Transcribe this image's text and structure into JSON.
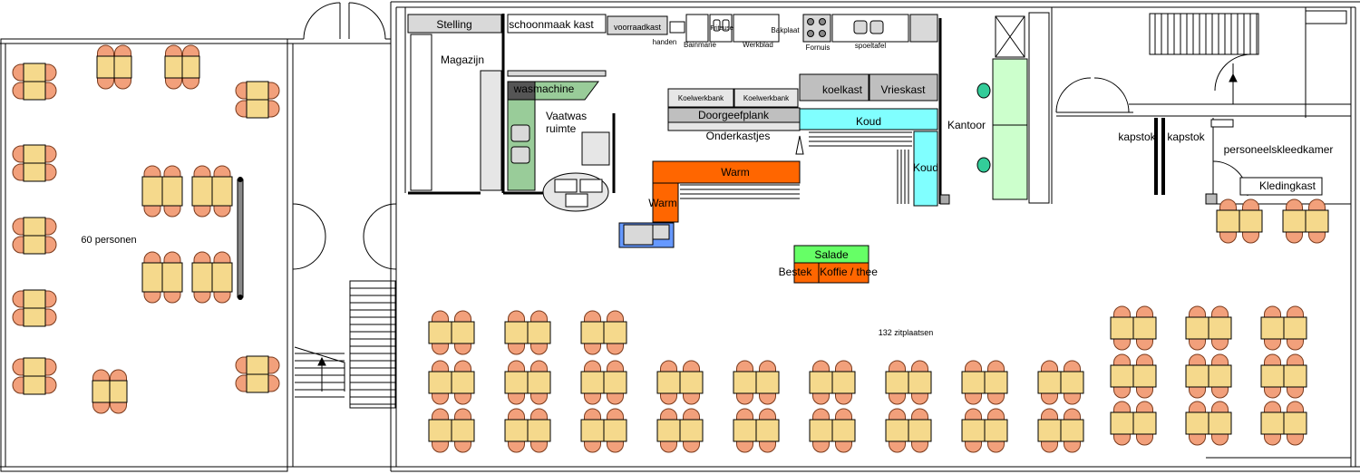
{
  "colors": {
    "wall": "#000000",
    "table": "#f5d98c",
    "chair": "#f2a07b",
    "chair_stroke": "#7a3a1c",
    "warm": "#ff6600",
    "koud": "#80ffff",
    "salade": "#66ff66",
    "counter_grey": "#d9d9d9",
    "dark_grey": "#555555",
    "green_panel": "#99cc99",
    "light_green": "#ccffcc",
    "blue_cart": "#6699ff"
  },
  "labels": {
    "stelling": "Stelling",
    "schoonmaak_kast": "schoonmaak kast",
    "voorraadkast": "voorraadkast",
    "handen": "handen",
    "bainmarie": "Bainmarie",
    "friteuse": "Friteuse",
    "werkblad": "Werkblad",
    "bakplaat": "Bakplaat",
    "fornuis": "Fornuis",
    "spoeltafel": "spoeltafel",
    "magazijn": "Magazijn",
    "wasmachine": "wasmachine",
    "vaatwas_ruimte": "Vaatwas\nruimte",
    "koelwerkbank_1": "Koelwerkbank",
    "koelwerkbank_2": "Koelwerkbank",
    "koelkast": "koelkast",
    "vrieskast": "Vrieskast",
    "doorgeefplank": "Doorgeefplank",
    "koud_1": "Koud",
    "koud_2": "Koud",
    "onderkastjes": "Onderkastjes",
    "warm_1": "Warm",
    "warm_2": "Warm",
    "kantoor": "Kantoor",
    "kapstok_1": "kapstok",
    "kapstok_2": "kapstok",
    "personeelskleedkamer": "personeelskleedkamer",
    "kledingkast": "Kledingkast",
    "salade": "Salade",
    "bestek": "Bestek",
    "koffie_thee": "Koffie / thee",
    "zestig_personen": "60 personen",
    "zitplaatsen": "132 zitplaatsen"
  },
  "rooms": {
    "left_hall": {
      "name": "60 personen",
      "capacity": 60
    },
    "main_hall": {
      "name": "132 zitplaatsen",
      "capacity": 132
    }
  }
}
